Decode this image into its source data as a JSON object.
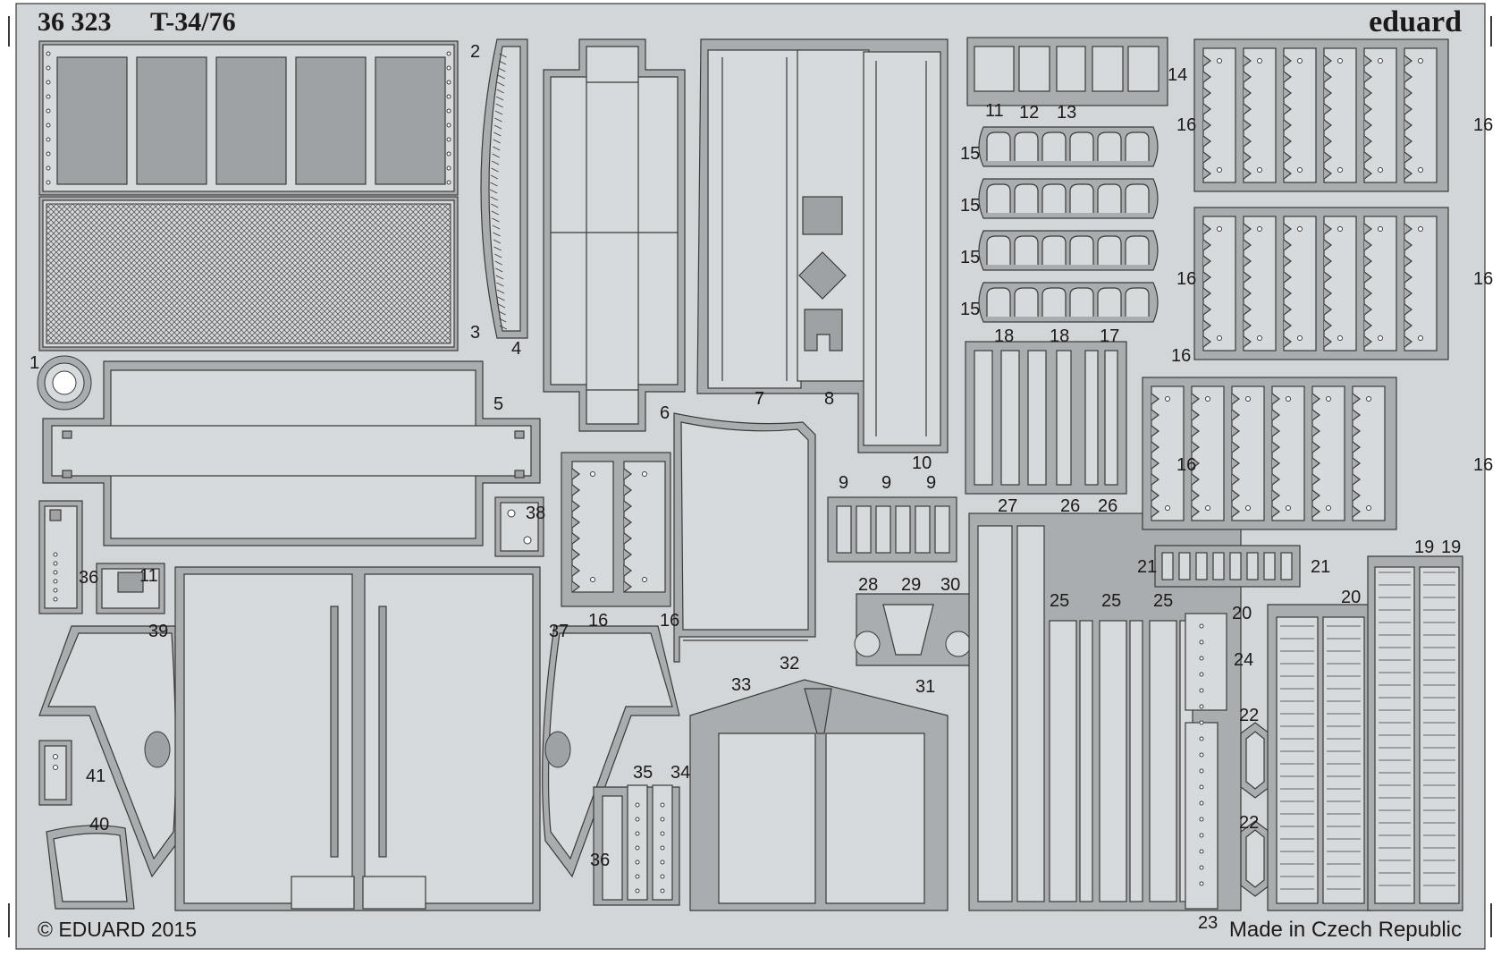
{
  "header": {
    "set_number": "36 323",
    "set_name": "T-34/76",
    "brand": "eduard"
  },
  "footer": {
    "copyright": "© EDUARD 2015",
    "origin": "Made in Czech Republic"
  },
  "colors": {
    "background": "#ffffff",
    "sheet": "#d3d6d8",
    "fret": "#a9adaf",
    "part": "#d7dadc",
    "part_dark": "#9ea2a5",
    "line": "#3a3a3a"
  },
  "part_numbers": [
    "1",
    "2",
    "3",
    "4",
    "5",
    "6",
    "7",
    "8",
    "9",
    "9",
    "9",
    "10",
    "11",
    "11",
    "12",
    "13",
    "14",
    "15",
    "15",
    "15",
    "15",
    "16",
    "16",
    "16",
    "16",
    "16",
    "16",
    "16",
    "16",
    "16",
    "17",
    "18",
    "18",
    "19",
    "19",
    "20",
    "20",
    "21",
    "21",
    "22",
    "22",
    "23",
    "24",
    "25",
    "25",
    "25",
    "26",
    "26",
    "27",
    "28",
    "29",
    "30",
    "31",
    "32",
    "33",
    "34",
    "35",
    "36",
    "36",
    "37",
    "38",
    "39",
    "40",
    "41"
  ]
}
